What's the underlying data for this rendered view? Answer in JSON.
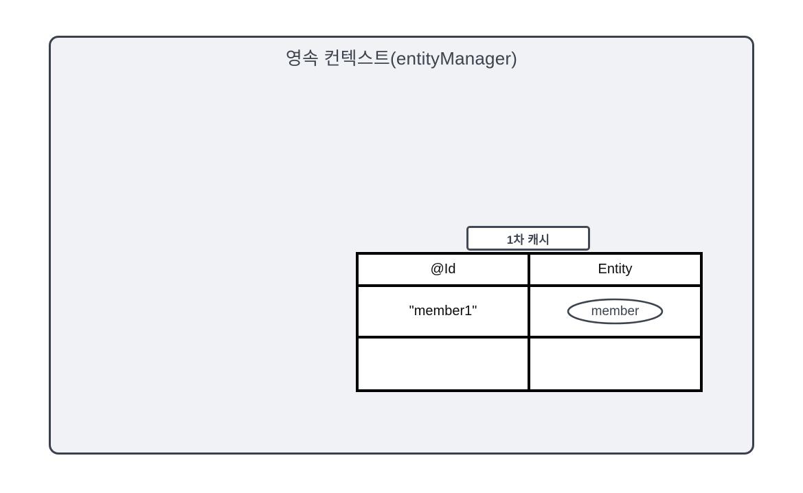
{
  "diagram": {
    "title": "영속 컨텍스트(entityManager)",
    "panel": {
      "fill_color": "#f0f2f5",
      "border_color": "#3b414c"
    },
    "cache": {
      "label": "1차 캐시",
      "label_border_color": "#414856",
      "table": {
        "columns": [
          "@Id",
          "Entity"
        ],
        "rows": [
          {
            "id": "\"member1\"",
            "entity": "member",
            "entity_shape": "ellipse"
          },
          {
            "id": "",
            "entity": "",
            "entity_shape": "none"
          }
        ],
        "border_color": "#000000"
      }
    },
    "entity_node": {
      "label": "member",
      "stroke_color": "#3d4450",
      "text_color": "#3d4450"
    }
  }
}
